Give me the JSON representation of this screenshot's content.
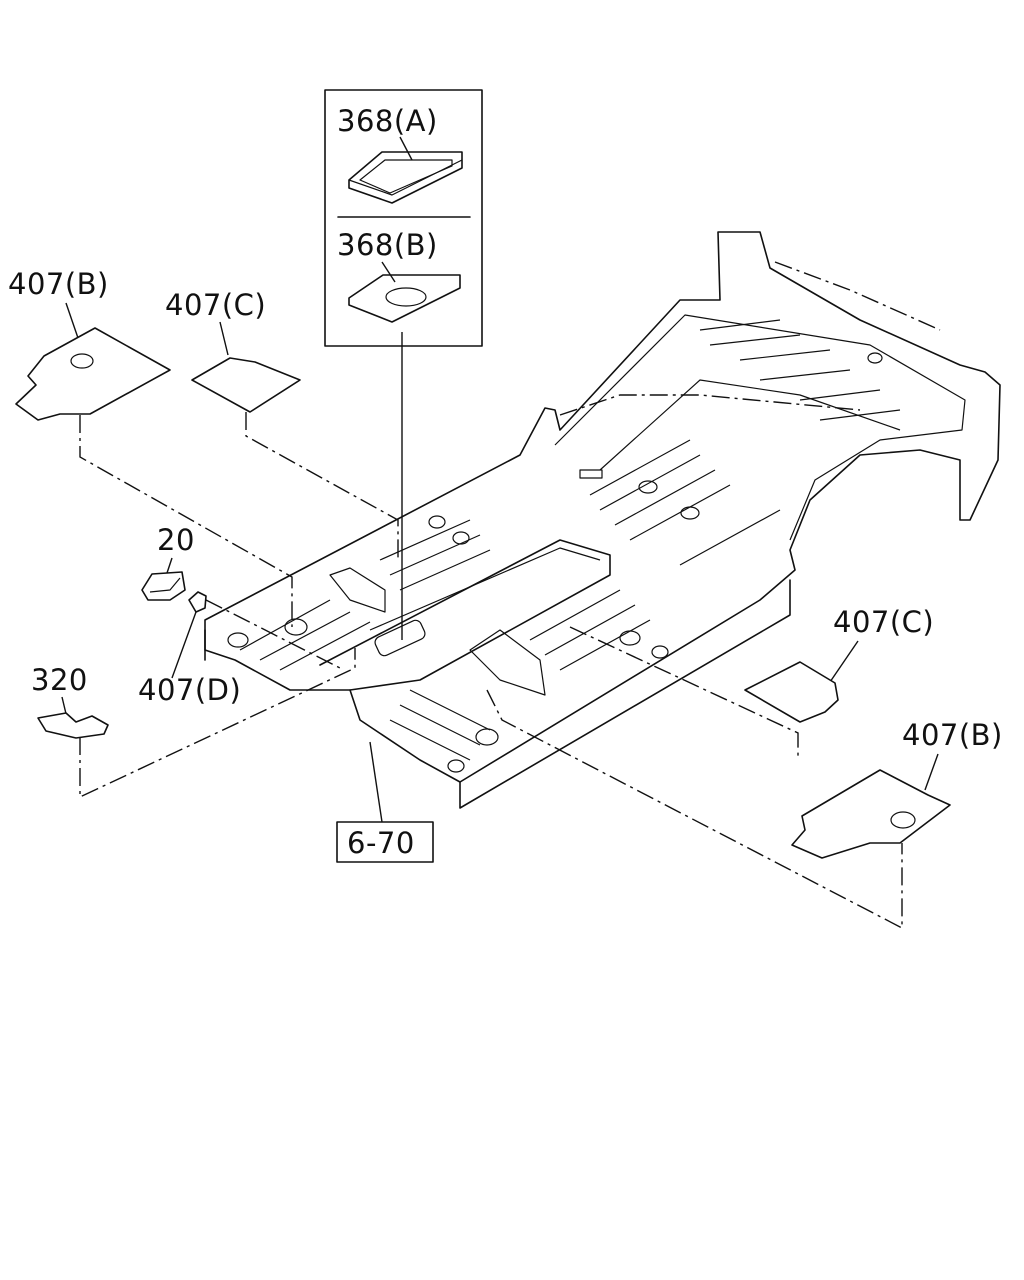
{
  "callouts": {
    "l368a": "368(A)",
    "l368b": "368(B)",
    "l407b_left": "407(B)",
    "l407c_left": "407(C)",
    "l20": "20",
    "l407d": "407(D)",
    "l320": "320",
    "l407c_right": "407(C)",
    "l407b_right": "407(B)",
    "ref_6_70": "6-70"
  }
}
